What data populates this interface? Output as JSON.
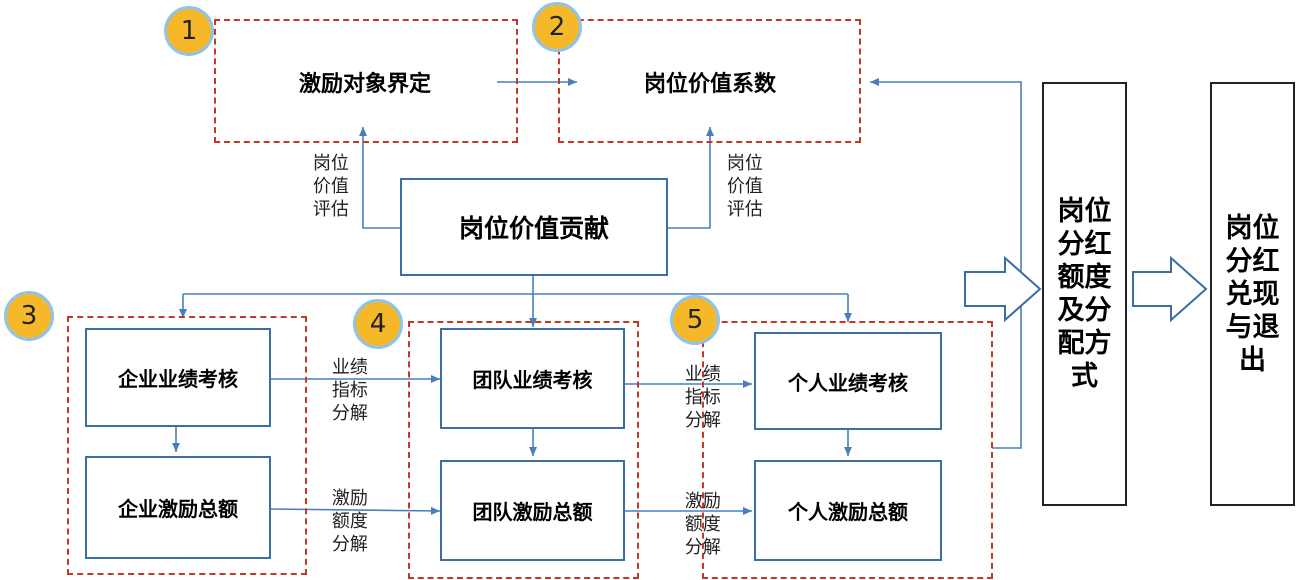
{
  "badges": [
    "1",
    "2",
    "3",
    "4",
    "5"
  ],
  "boxes": {
    "incentive_target": "激励对象界定",
    "position_value_coef": "岗位价值系数",
    "position_value_contribution": "岗位价值贡献",
    "enterprise_perf": "企业业绩考核",
    "enterprise_incentive": "企业激励总额",
    "team_perf": "团队业绩考核",
    "team_incentive": "团队激励总额",
    "personal_perf": "个人业绩考核",
    "personal_incentive": "个人激励总额"
  },
  "labels": {
    "eval_left": "岗位价值评估",
    "eval_right": "岗位价值评估",
    "kpi_split_1": "业绩指标分解",
    "quota_split_1": "激励额度分解",
    "kpi_split_2": "业绩指标分解",
    "quota_split_2": "激励额度分解"
  },
  "final": {
    "dividend_method": "岗位分红额度及分配方式",
    "dividend_exit": "岗位分红兑现与退出"
  },
  "colors": {
    "connector": "#4a7ebb",
    "box_border": "#3a6ea5",
    "dashed_border": "#c0392b",
    "badge_fill": "#f5b829",
    "badge_ring": "#8fc3ea"
  }
}
